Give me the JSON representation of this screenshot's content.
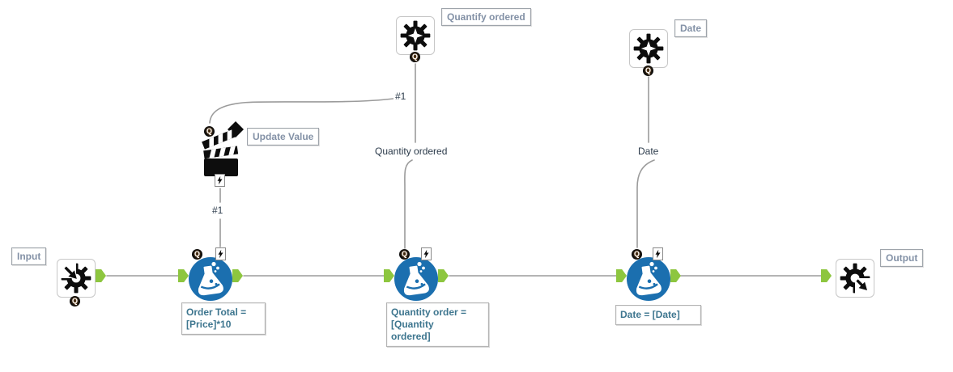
{
  "workflow": {
    "tools": {
      "input": {
        "name_label": "Input"
      },
      "output": {
        "name_label": "Output"
      },
      "action_update_value": {
        "name_label": "Update Value"
      },
      "interface_quantify": {
        "name_label": "Quantify ordered"
      },
      "interface_date": {
        "name_label": "Date"
      },
      "formula_order_total": {
        "annotation": "Order Total =\n[Price]*10"
      },
      "formula_quantity": {
        "annotation": "Quantity order =\n[Quantity\nordered]"
      },
      "formula_date": {
        "annotation": "Date = [Date]"
      }
    },
    "wires": {
      "action_in_label": "#1",
      "action_out_label": "#1",
      "quantity_wire_label": "Quantity ordered",
      "date_wire_label": "Date"
    },
    "badges": {
      "question": "Q"
    },
    "colors": {
      "formula_blue": "#1b6faf",
      "anchor_green": "#8dc63f",
      "wire_gray": "#9b9b9b"
    }
  }
}
